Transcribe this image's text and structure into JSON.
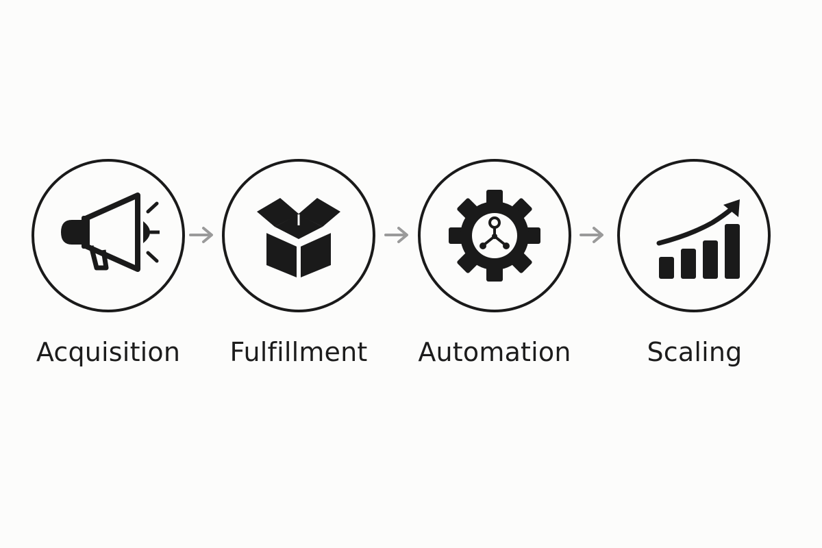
{
  "steps": [
    {
      "label": "Acquisition",
      "icon": "megaphone-icon"
    },
    {
      "label": "Fulfillment",
      "icon": "open-box-icon"
    },
    {
      "label": "Automation",
      "icon": "gear-network-icon"
    },
    {
      "label": "Scaling",
      "icon": "growth-chart-icon"
    }
  ],
  "colors": {
    "stroke": "#1a1a1a",
    "arrow": "#9a9a9a",
    "background": "#fcfcfb",
    "text": "#1c1c1c"
  }
}
